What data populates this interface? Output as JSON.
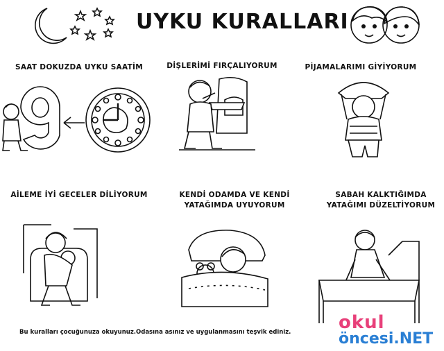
{
  "title": "UYKU KURALLARI",
  "rules": [
    {
      "label": "SAAT DOKUZDA UYKU SAATİM"
    },
    {
      "label": "DİŞLERİMİ FIRÇALIYORUM"
    },
    {
      "label": "PİJAMALARIMI GİYİYORUM"
    },
    {
      "label": "AİLEME İYİ GECELER DİLİYORUM"
    },
    {
      "label": "KENDİ ODAMDA VE KENDİ YATAĞIMDA UYUYORUM"
    },
    {
      "label": "SABAH KALKTIĞIMDA YATAĞIMI DÜZELTİYORUM"
    }
  ],
  "footer": "Bu kuralları çocuğunuza okuyunuz.Odasına asınız ve uygulanmasını teşvik  ediniz.",
  "brand": {
    "line1": "okul",
    "line2": "öncesi.NET"
  },
  "colors": {
    "brand_pink": "#e8407a",
    "brand_yellow": "#f5c800",
    "brand_blue": "#2a7fd4"
  },
  "icons": [
    "moon-icon",
    "star-icon",
    "children-faces-icon",
    "number-nine-icon",
    "clock-icon",
    "arrow-left-icon"
  ],
  "clock": {
    "hour": 9
  }
}
